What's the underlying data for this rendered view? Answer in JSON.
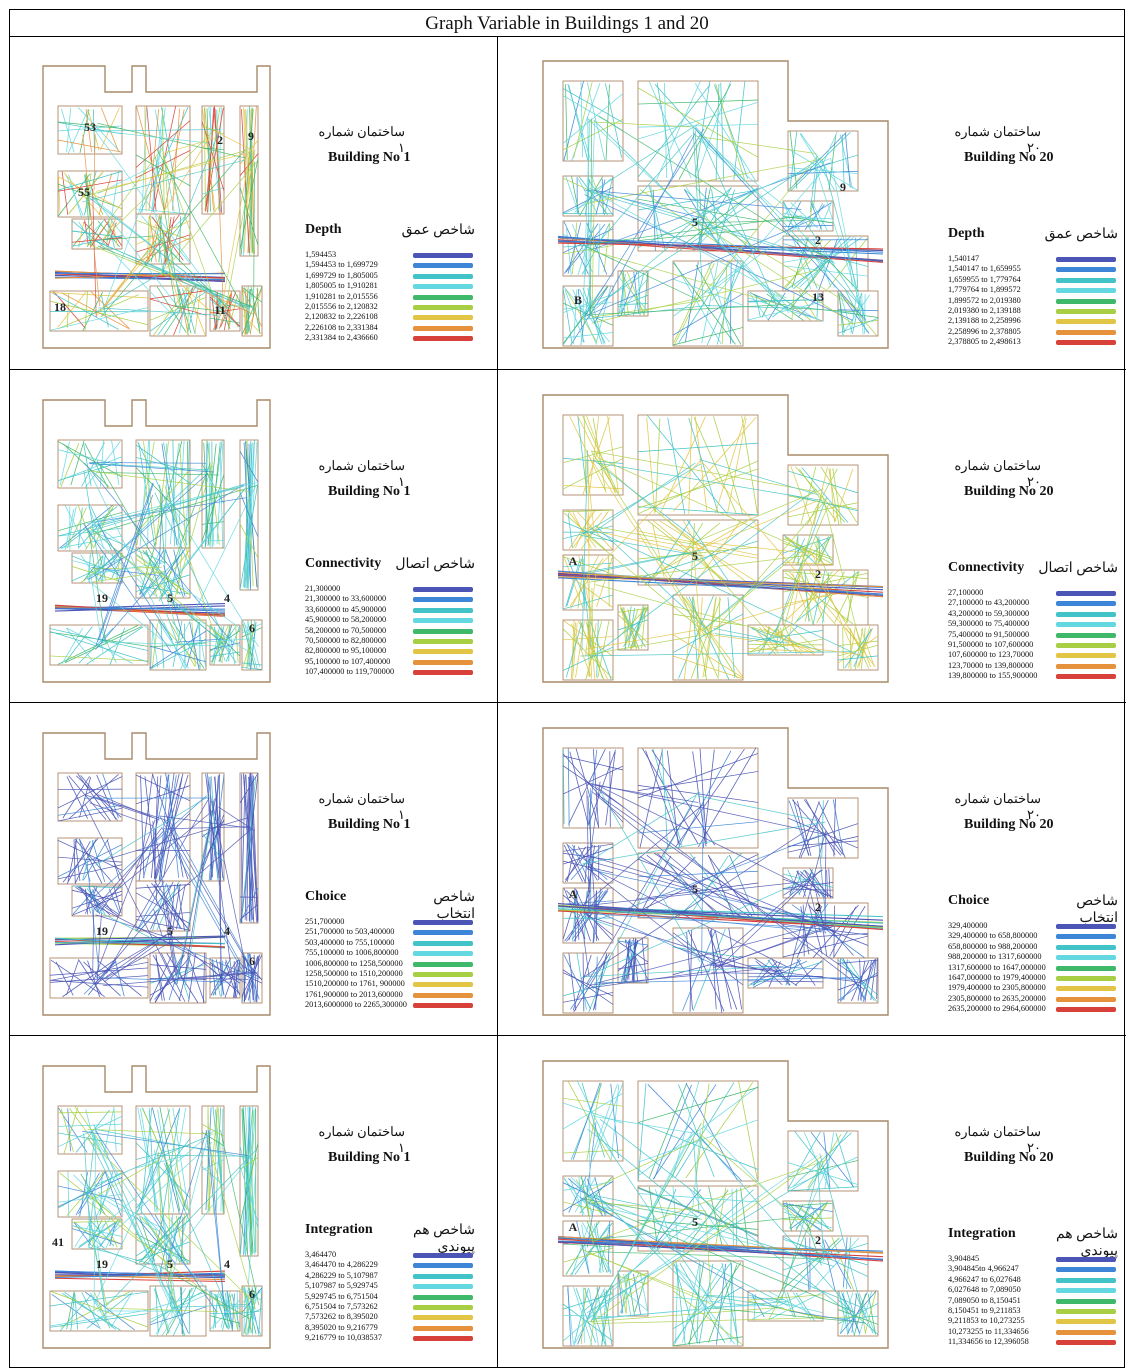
{
  "title": "Graph Variable in Buildings 1 and 20",
  "palette": [
    "#4b55b5",
    "#3d85d6",
    "#42c3c7",
    "#63d8e0",
    "#3fb86a",
    "#a8cf44",
    "#e2c544",
    "#e6913c",
    "#d8403a"
  ],
  "buildings": {
    "b1": {
      "name_fa": "ساختمان شماره ۱",
      "name_en": "Building No 1"
    },
    "b20": {
      "name_fa": "ساختمان شماره ۲۰",
      "name_en": "Building No 20"
    }
  },
  "variables": {
    "depth": {
      "label_en": "Depth",
      "label_fa": "شاخص عمق"
    },
    "connectivity": {
      "label_en": "Connectivity",
      "label_fa": "شاخص اتصال"
    },
    "choice": {
      "label_en": "Choice",
      "label_fa": "شاخص انتخاب"
    },
    "integration": {
      "label_en": "Integration",
      "label_fa": "شاخص هم پیوندی"
    }
  },
  "panels": [
    {
      "id": "p1",
      "building": "b1",
      "variable": "depth",
      "dominant": "mixed",
      "labels": [
        "53",
        "55",
        "2",
        "9",
        "18",
        "11"
      ],
      "legend": [
        "1,594453",
        "1,594453 to 1,699729",
        "1,699729 to 1,805005",
        "1,805005 to 1,910281",
        "1,910281 to 2,015556",
        "2,015556 to 2,120832",
        "2,120832 to 2,226108",
        "2,226108 to 2,331384",
        "2,331384 to 2,436660"
      ]
    },
    {
      "id": "p2",
      "building": "b20",
      "variable": "depth",
      "dominant": "cool",
      "labels": [
        "5",
        "2",
        "9",
        "B",
        "13"
      ],
      "legend": [
        "1,540147",
        "1,540147 to 1,659955",
        "1,659955 to 1,779764",
        "1,779764 to 1,899572",
        "1,899572 to 2,019380",
        "2,019380 to 2,139188",
        "2,139188 to 2,258996",
        "2,258996 to 2,378805",
        "2,378805 to 2,498613"
      ]
    },
    {
      "id": "p3",
      "building": "b1",
      "variable": "connectivity",
      "dominant": "cool",
      "labels": [
        "19",
        "5",
        "4",
        "6"
      ],
      "legend": [
        "21,300000",
        "21,300000 to 33,600000",
        "33,600000 to 45,900000",
        "45,900000 to 58,200000",
        "58,200000 to 70,500000",
        "70,500000 to 82,800000",
        "82,800000 to 95,100000",
        "95,100000 to 107,400000",
        "107,400000 to 119,700000"
      ]
    },
    {
      "id": "p4",
      "building": "b20",
      "variable": "connectivity",
      "dominant": "warm",
      "labels": [
        "A",
        "5",
        "2"
      ],
      "legend": [
        "27,100000",
        "27,100000 to 43,200000",
        "43,200000 to 59,300000",
        "59,300000 to 75,400000",
        "75,400000 to 91,500000",
        "91,500000 to 107,600000",
        "107,600000 to 123,70000",
        "123,70000 to 139,800000",
        "139,800000 to 155,900000"
      ]
    },
    {
      "id": "p5",
      "building": "b1",
      "variable": "choice",
      "dominant": "blue",
      "labels": [
        "19",
        "5",
        "4",
        "6"
      ],
      "legend": [
        "251,700000",
        "251,700000 to 503,400000",
        "503,400000 to 755,100000",
        "755,100000 to 1006,800000",
        "1006,800000 to 1258,500000",
        "1258,500000 to 1510,200000",
        "1510,200000 to 1761, 900000",
        "1761,900000 to 2013,600000",
        "2013,6000000 to 2265,300000"
      ]
    },
    {
      "id": "p6",
      "building": "b20",
      "variable": "choice",
      "dominant": "blue",
      "labels": [
        "A",
        "5",
        "2"
      ],
      "legend": [
        "329,400000",
        "329,400000 to 658,800000",
        "658,800000 to 988,200000",
        "988,200000 to 1317,600000",
        "1317,600000 to 1647,000000",
        "1647,000000 to 1979,400000",
        "1979,400000 to 2305,800000",
        "2305,800000 to 2635,200000",
        "2635,200000 to 2964,600000"
      ]
    },
    {
      "id": "p7",
      "building": "b1",
      "variable": "integration",
      "dominant": "cool",
      "labels": [
        "41",
        "19",
        "5",
        "4",
        "6"
      ],
      "legend": [
        "3,464470",
        "3,464470 to 4,286229",
        "4,286229 to 5,107987",
        "5,107987 to 5,929745",
        "5,929745 to 6,751504",
        "6,751504 to 7,573262",
        "7,573262 to 8,395020",
        "8,395020 to 9,216779",
        "9,216779 to 10,038537"
      ]
    },
    {
      "id": "p8",
      "building": "b20",
      "variable": "integration",
      "dominant": "cool",
      "labels": [
        "A",
        "5",
        "2"
      ],
      "legend": [
        "3,904845",
        "3,904845to 4,966247",
        "4,966247 to 6,027648",
        "6,027648 to 7,089050",
        "7,089050 to 8,150451",
        "8,150451 to 9,211853",
        "9,211853 to 10,273255",
        "10,273255 to 11,334656",
        "11,334656 to 12,396058"
      ]
    }
  ]
}
